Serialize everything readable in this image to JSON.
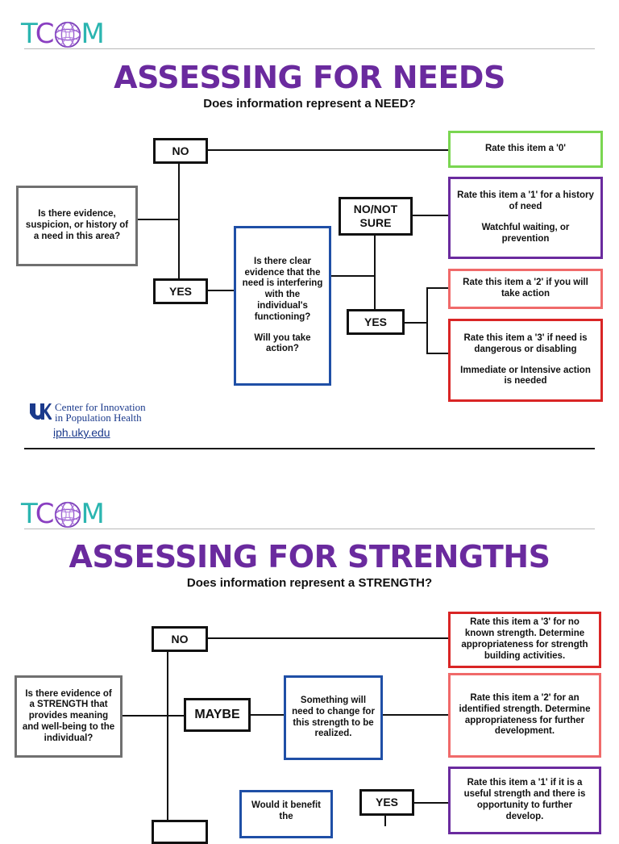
{
  "logo": {
    "letters": [
      "T",
      "C",
      "M"
    ]
  },
  "needs": {
    "title": "ASSESSING FOR NEEDS",
    "subtitle": "Does information represent a NEED?",
    "question": "Is there evidence, suspicion, or history of a need in this area?",
    "no_label": "NO",
    "yes_label": "YES",
    "clear_evidence": [
      "Is there clear evidence that the need is interfering with the individual's functioning?",
      "Will you take action?"
    ],
    "no_not_sure_label": "NO/NOT\nSURE",
    "yes2_label": "YES",
    "rate0": "Rate this item a '0'",
    "rate1": [
      "Rate this item a '1' for a history of need",
      "Watchful waiting, or prevention"
    ],
    "rate2": "Rate this item a '2' if you will take action",
    "rate3": [
      "Rate this item a '3' if need is dangerous or disabling",
      "Immediate or Intensive action is needed"
    ],
    "footer": {
      "org_line1": "Center for Innovation",
      "org_line2": "in Population Health",
      "url": "iph.uky.edu"
    }
  },
  "strengths": {
    "title": "ASSESSING FOR STRENGTHS",
    "subtitle": "Does information represent a STRENGTH?",
    "question": "Is there evidence of a STRENGTH that provides meaning and well-being to the individual?",
    "no_label": "NO",
    "maybe_label": "MAYBE",
    "yes_label": "YES",
    "change": "Something will need to change for this strength to be realized.",
    "benefit": "Would it benefit the",
    "rate3": "Rate this item a '3' for no known strength. Determine appropriateness for strength building activities.",
    "rate2": "Rate this item a '2' for an identified strength. Determine appropriateness for further development.",
    "rate1": "Rate this item a '1' if it is a useful strength and there is opportunity to further develop."
  },
  "colors": {
    "title": "#6a2a9e",
    "question": "#707070",
    "blue": "#1f4fa6",
    "green": "#7ad651",
    "purple": "#6a2a9e",
    "salmon": "#f06a6a",
    "red": "#d92525"
  }
}
